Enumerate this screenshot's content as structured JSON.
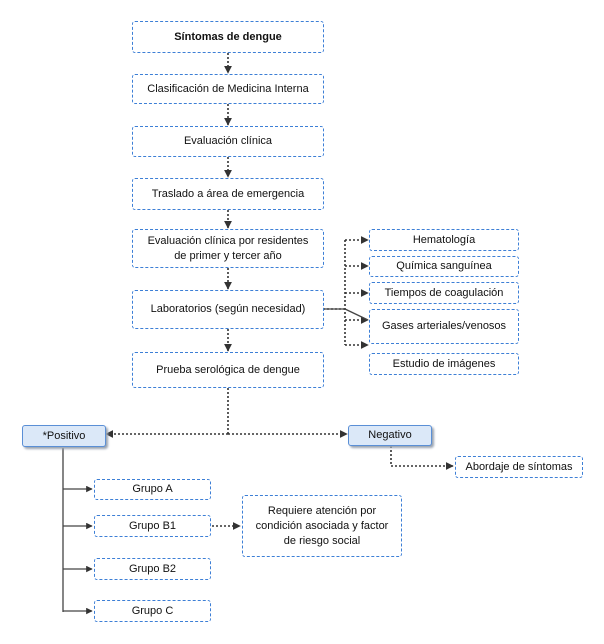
{
  "nodes": {
    "sintomas": "Síntomas de dengue",
    "clasificacion": "Clasificación de Medicina Interna",
    "evaluacion": "Evaluación clínica",
    "traslado": "Traslado a área de emergencia",
    "eval_residentes_1": "Evaluación clínica por residentes",
    "eval_residentes_2": "de primer y tercer año",
    "laboratorios": "Laboratorios (según necesidad)",
    "serologica": "Prueba serológica de dengue",
    "hematologia": "Hematología",
    "quimica": "Química sanguínea",
    "tiempos": "Tiempos de coagulación",
    "gases": "Gases arteriales/venosos",
    "imagenes": "Estudio de imágenes",
    "positivo": "*Positivo",
    "negativo": "Negativo",
    "abordaje": "Abordaje de síntomas",
    "grupo_a": "Grupo A",
    "grupo_b1": "Grupo B1",
    "grupo_b2": "Grupo B2",
    "grupo_c": "Grupo C",
    "requiere_1": "Requiere atención por",
    "requiere_2": "condición asociada y factor",
    "requiere_3": "de riesgo social"
  },
  "colors": {
    "border": "#3d7fd6",
    "shaded_fill": "#dbe8f8",
    "line": "#333333"
  }
}
